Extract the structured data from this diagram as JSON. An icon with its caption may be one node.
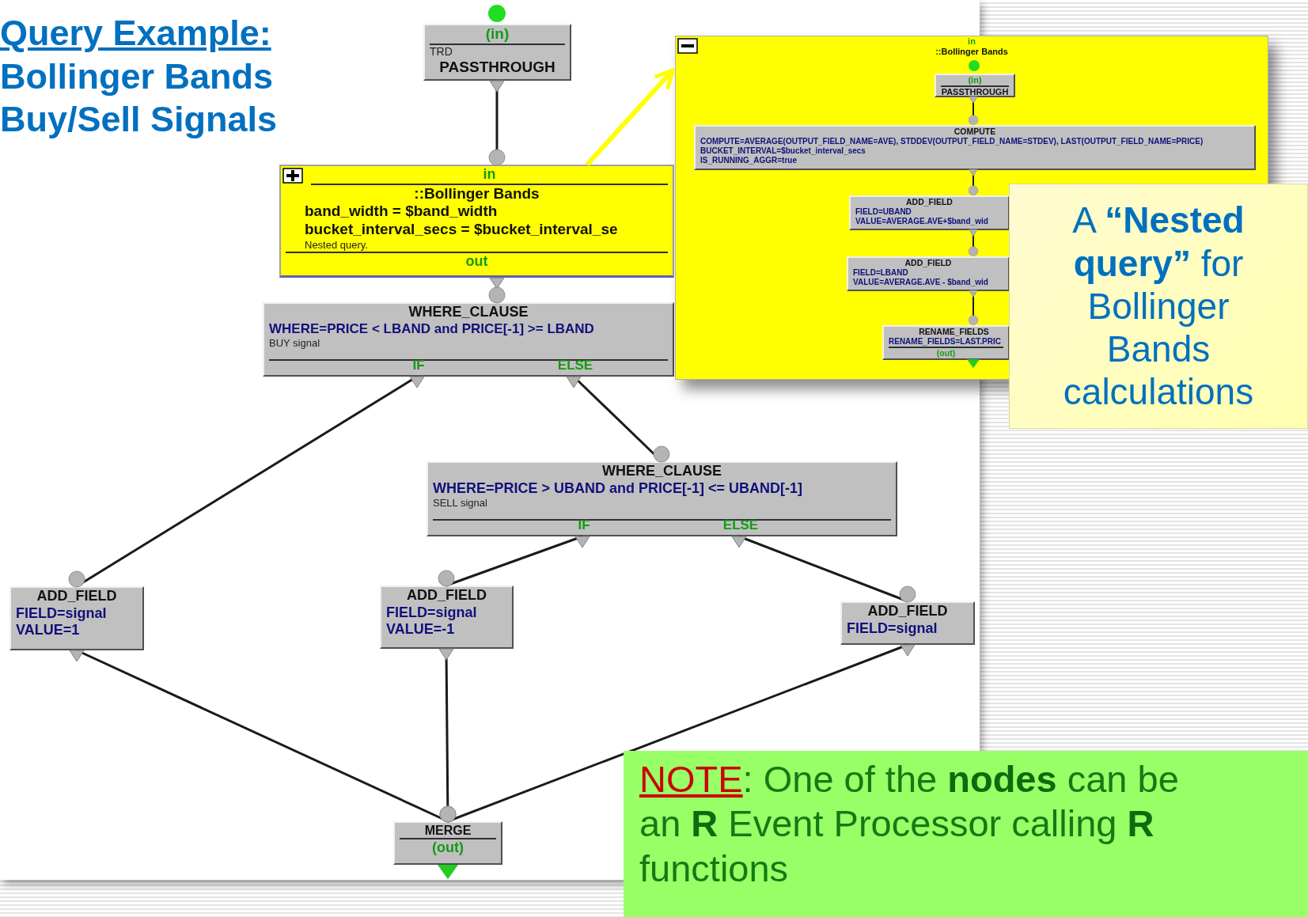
{
  "diagram": {
    "title": "Query Example:",
    "nodes": [
      {
        "text": [
          "(in)",
          "TRD",
          "PASSTHROUGH"
        ]
      },
      {
        "text": [
          "in",
          "::Bollinger Bands",
          "band_width = $band_width",
          "bucket_interval_secs = $bucket_interval_se",
          "Nested query.",
          "out"
        ]
      },
      {
        "text": [
          "WHERE_CLAUSE",
          "WHERE=PRICE < LBAND and PRICE[-1] >= LBAND",
          "BUY signal",
          "IF",
          "ELSE"
        ]
      },
      {
        "text": [
          "WHERE_CLAUSE",
          "WHERE=PRICE > UBAND and PRICE[-1] <= UBAND[-1]",
          "SELL signal",
          "IF",
          "ELSE"
        ]
      },
      {
        "text": [
          "ADD_FIELD",
          "FIELD=signal",
          "VALUE=1"
        ]
      },
      {
        "text": [
          "ADD_FIELD",
          "FIELD=signal",
          "VALUE=-1"
        ]
      },
      {
        "text": [
          "ADD_FIELD",
          "FIELD=signal"
        ]
      },
      {
        "text": [
          "MERGE",
          "(out)"
        ]
      },
      {
        "text": [
          "in",
          "::Bollinger Bands"
        ]
      },
      {
        "text": [
          "(in)",
          "PASSTHROUGH"
        ],
        "in": 8
      },
      {
        "text": [
          "COMPUTE",
          "COMPUTE=AVERAGE(OUTPUT_FIELD_NAME=AVE), STDDEV(OUTPUT_FIELD_NAME=STDEV), LAST(OUTPUT_FIELD_NAME=PRICE)",
          "BUCKET_INTERVAL=$bucket_interval_secs",
          "IS_RUNNING_AGGR=true"
        ],
        "in": 8
      },
      {
        "text": [
          "ADD_FIELD",
          "FIELD=UBAND",
          "VALUE=AVERAGE.AVE+$band_wid"
        ],
        "in": 8
      },
      {
        "text": [
          "ADD_FIELD",
          "FIELD=LBAND",
          "VALUE=AVERAGE.AVE - $band_wid"
        ],
        "in": 8
      },
      {
        "text": [
          "RENAME_FIELDS",
          "RENAME_FIELDS=LAST.PRIC",
          "(out)"
        ],
        "in": 8
      },
      {
        "text": [
          "A **“Nested query”** for Bollinger Bands calculations"
        ]
      },
      {
        "text": [
          "NOTE",
          ": One of the **nodes** can be an **R** Event Processor calling **R** functions"
        ]
      }
    ],
    "edges": [
      {
        "from": 0,
        "to": 1,
        "arrow": "other"
      },
      {
        "from": 1,
        "to": 2,
        "arrow": "other"
      },
      {
        "from": 2,
        "to": 4,
        "arrow": "other"
      },
      {
        "from": 2,
        "to": 3,
        "arrow": "other"
      },
      {
        "from": 3,
        "to": 5,
        "arrow": "other"
      },
      {
        "from": 3,
        "to": 6,
        "arrow": "other"
      },
      {
        "from": 4,
        "to": 7,
        "arrow": "other"
      },
      {
        "from": 5,
        "to": 7,
        "arrow": "other"
      },
      {
        "from": 6,
        "to": 7,
        "arrow": "other"
      },
      {
        "from": 1,
        "to": 8,
        "arrow": "to",
        "style": "thick",
        "color": "#ffff00"
      },
      {
        "from": 9,
        "to": 10,
        "arrow": "other"
      },
      {
        "from": 10,
        "to": 11,
        "arrow": "other"
      },
      {
        "from": 11,
        "to": 12,
        "arrow": "other"
      },
      {
        "from": 12,
        "to": 13,
        "arrow": "other"
      }
    ],
    "labels": [
      "Bollinger Bands Buy/Sell Signals"
    ]
  }
}
